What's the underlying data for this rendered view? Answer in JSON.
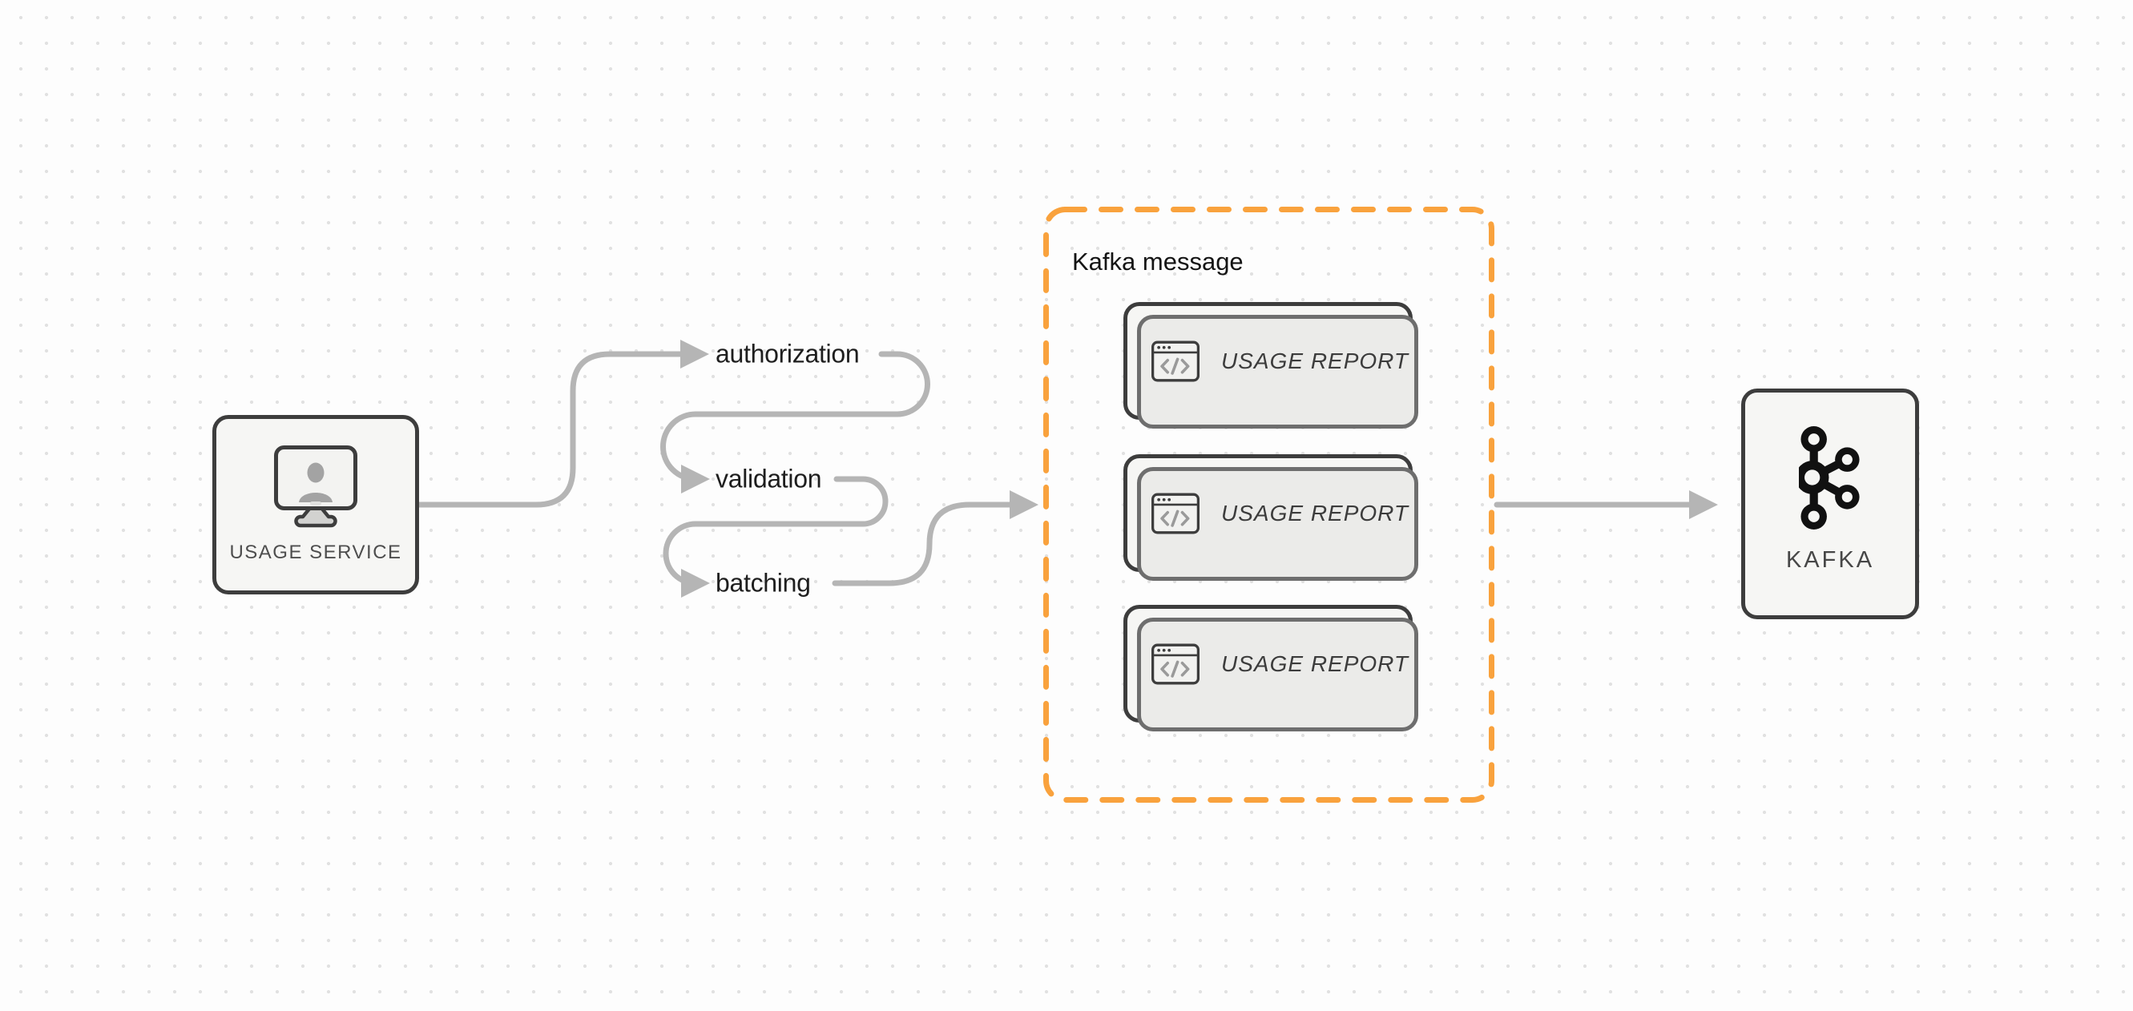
{
  "diagram": {
    "usage_service": {
      "label": "USAGE SERVICE"
    },
    "pipeline_steps": [
      {
        "label": "authorization"
      },
      {
        "label": "validation"
      },
      {
        "label": "batching"
      }
    ],
    "kafka_message": {
      "title": "Kafka message",
      "cards": [
        {
          "label": "USAGE REPORT"
        },
        {
          "label": "USAGE REPORT"
        },
        {
          "label": "USAGE REPORT"
        }
      ]
    },
    "kafka": {
      "label": "KAFKA"
    },
    "flow_order": [
      "USAGE SERVICE",
      "authorization",
      "validation",
      "batching",
      "Kafka message",
      "KAFKA"
    ]
  },
  "colors": {
    "canvas_background": "#fdfdfd",
    "dot_grid": "#e1e1e1",
    "connector_gray": "#b5b5b5",
    "node_border": "#3d3d3d",
    "node_fill": "#f6f6f4",
    "group_dashed_orange": "#f9a23d",
    "card_shadow_border": "#6e6e6e",
    "icon_gray": "#9a9a9a"
  }
}
